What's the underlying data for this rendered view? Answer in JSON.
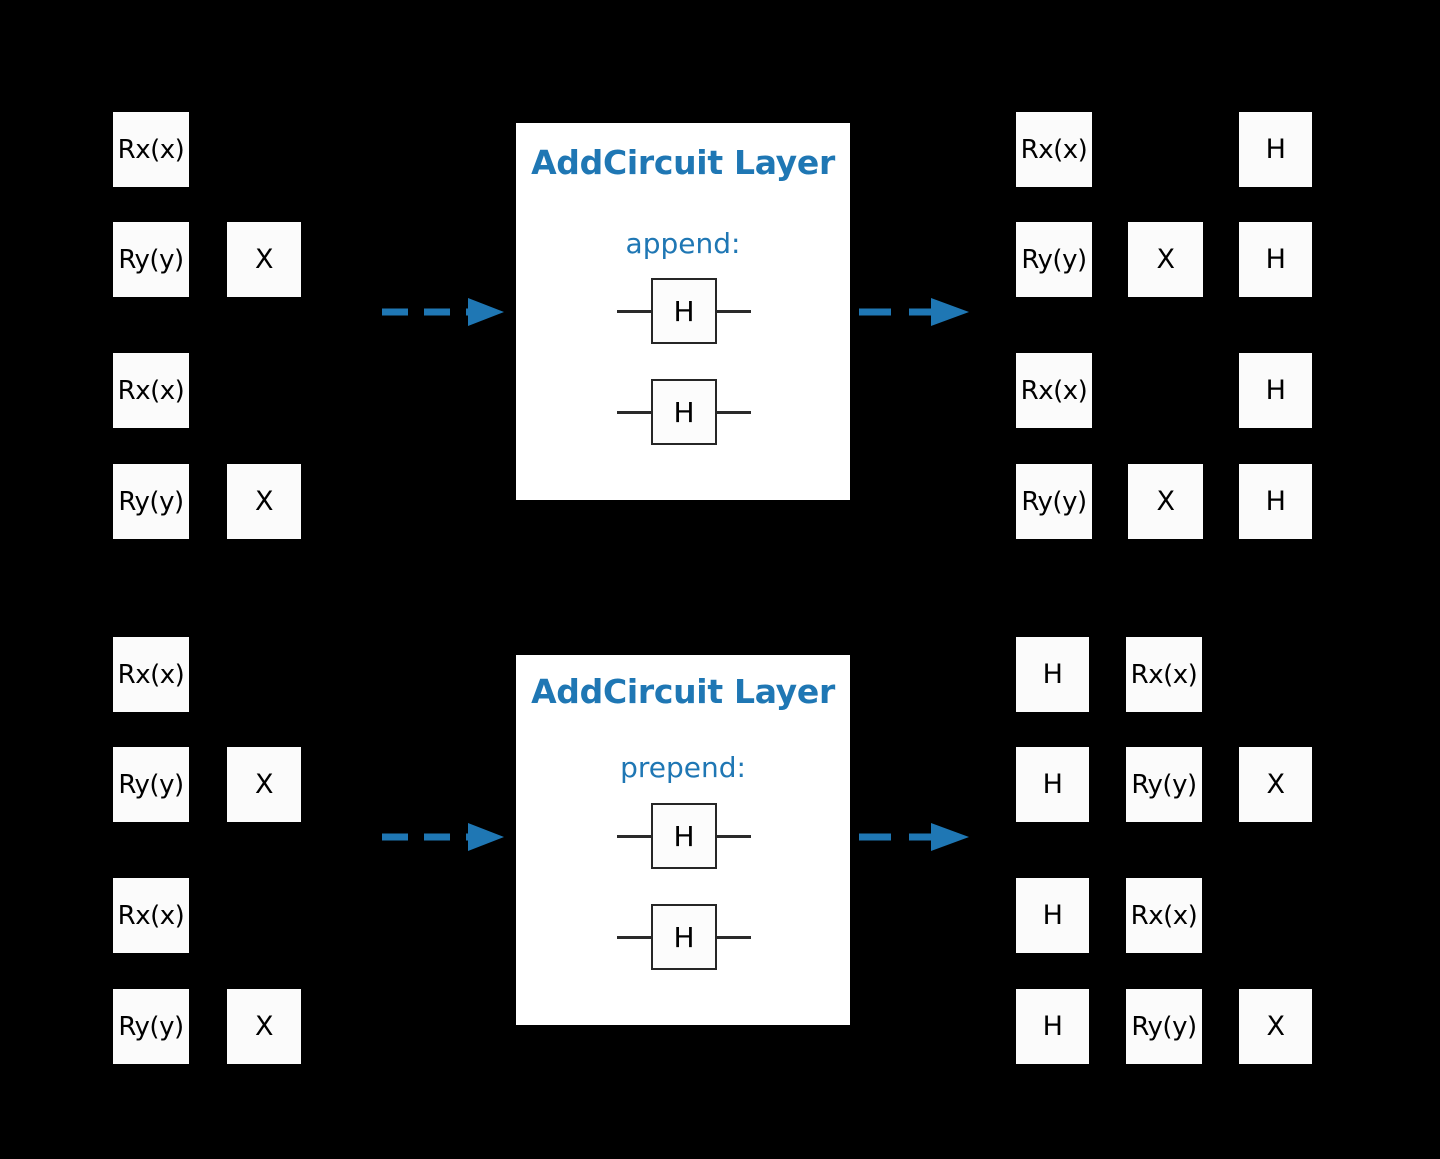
{
  "figure": {
    "background_color": "#000000",
    "accent_color": "#1f77b4",
    "gate_fill": "#fbfbfb",
    "gate_text_color": "#000000"
  },
  "sections": [
    {
      "id": "append-example",
      "input_circuit": {
        "label": "input-circuit",
        "qubits": 4,
        "rows": [
          {
            "wire": 0,
            "gates": [
              "Rx(x)"
            ]
          },
          {
            "wire": 1,
            "gates": [
              "Ry(y)",
              "X"
            ]
          },
          {
            "wire": 2,
            "gates": [
              "Rx(x)"
            ]
          },
          {
            "wire": 3,
            "gates": [
              "Ry(y)",
              "X"
            ]
          }
        ]
      },
      "layer": {
        "title": "AddCircuit Layer",
        "mode_label": "append:",
        "gates": [
          "H",
          "H"
        ]
      },
      "output_circuit": {
        "label": "output-circuit",
        "qubits": 4,
        "rows": [
          {
            "wire": 0,
            "gates": [
              "Rx(x)",
              "",
              "H"
            ]
          },
          {
            "wire": 1,
            "gates": [
              "Ry(y)",
              "X",
              "H"
            ]
          },
          {
            "wire": 2,
            "gates": [
              "Rx(x)",
              "",
              "H"
            ]
          },
          {
            "wire": 3,
            "gates": [
              "Ry(y)",
              "X",
              "H"
            ]
          }
        ]
      }
    },
    {
      "id": "prepend-example",
      "input_circuit": {
        "label": "input-circuit",
        "qubits": 4,
        "rows": [
          {
            "wire": 0,
            "gates": [
              "Rx(x)"
            ]
          },
          {
            "wire": 1,
            "gates": [
              "Ry(y)",
              "X"
            ]
          },
          {
            "wire": 2,
            "gates": [
              "Rx(x)"
            ]
          },
          {
            "wire": 3,
            "gates": [
              "Ry(y)",
              "X"
            ]
          }
        ]
      },
      "layer": {
        "title": "AddCircuit Layer",
        "mode_label": "prepend:",
        "gates": [
          "H",
          "H"
        ]
      },
      "output_circuit": {
        "label": "output-circuit",
        "qubits": 4,
        "rows": [
          {
            "wire": 0,
            "gates": [
              "H",
              "Rx(x)",
              ""
            ]
          },
          {
            "wire": 1,
            "gates": [
              "H",
              "Ry(y)",
              "X"
            ]
          },
          {
            "wire": 2,
            "gates": [
              "H",
              "Rx(x)",
              ""
            ]
          },
          {
            "wire": 3,
            "gates": [
              "H",
              "Ry(y)",
              "X"
            ]
          }
        ]
      }
    }
  ],
  "arrows": [
    {
      "name": "arrow-input-to-layer-append",
      "style": "dashed-blue-arrow"
    },
    {
      "name": "arrow-layer-to-output-append",
      "style": "dashed-blue-arrow"
    },
    {
      "name": "arrow-input-to-layer-prepend",
      "style": "dashed-blue-arrow"
    },
    {
      "name": "arrow-layer-to-output-prepend",
      "style": "dashed-blue-arrow"
    }
  ]
}
